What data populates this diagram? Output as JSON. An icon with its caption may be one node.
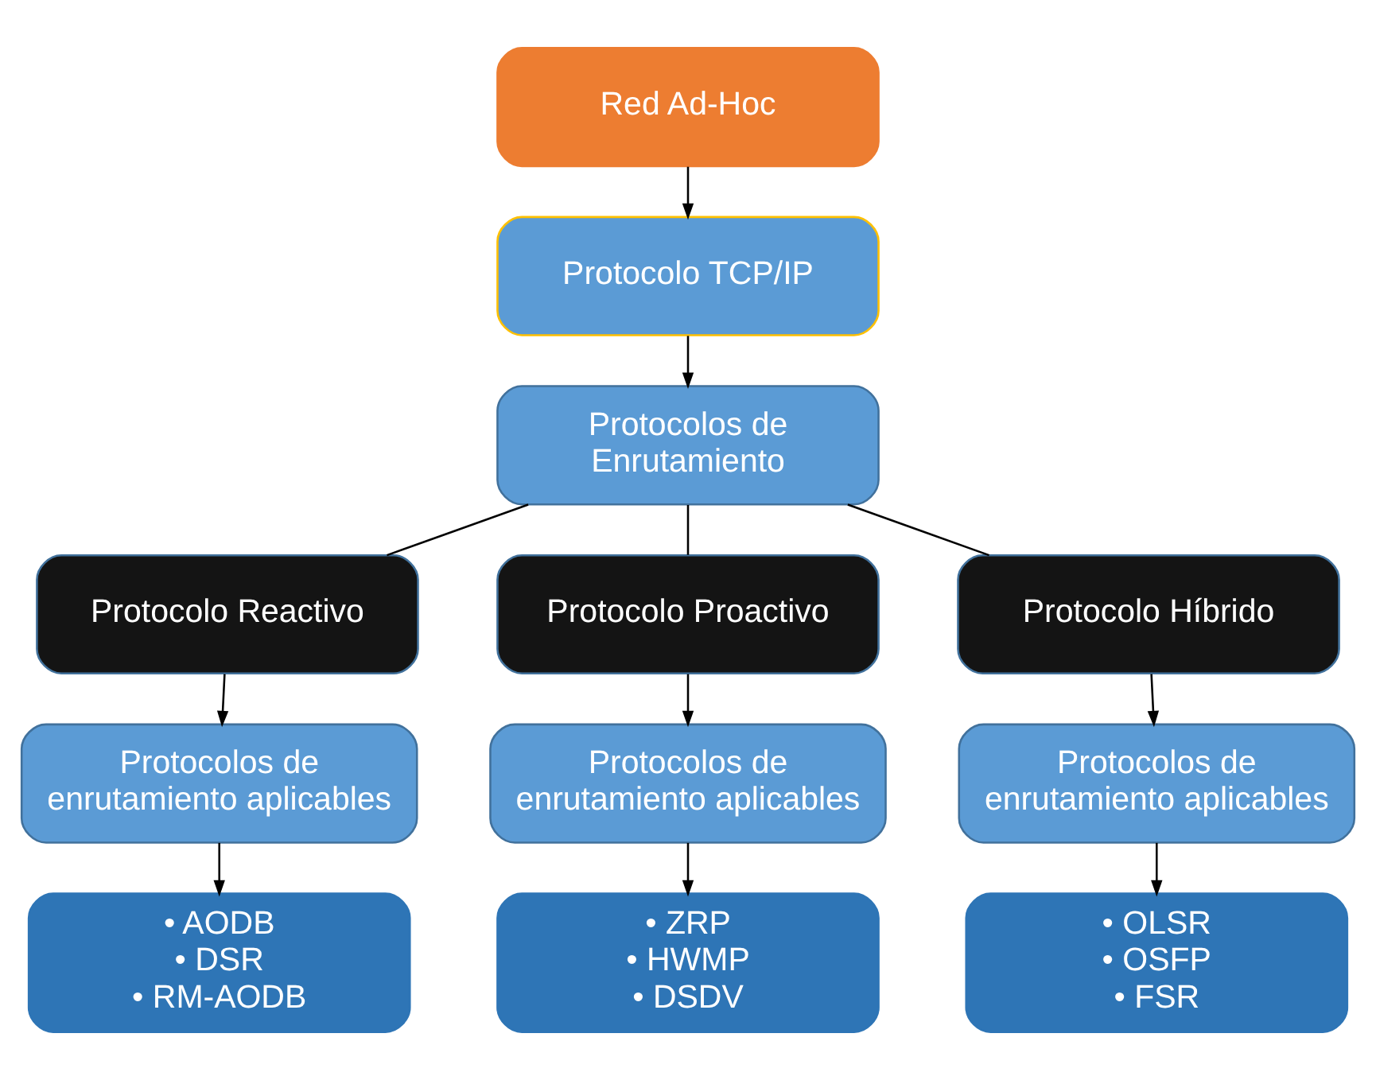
{
  "diagram": {
    "nodes": [
      {
        "text": [
          "Red Ad-Hoc"
        ]
      },
      {
        "text": [
          "Protocolo TCP/IP"
        ]
      },
      {
        "text": [
          "Protocolos de Enrutamiento"
        ]
      },
      {
        "text": [
          "Protocolo Reactivo"
        ]
      },
      {
        "text": [
          "Protocolo Proactivo"
        ]
      },
      {
        "text": [
          "Protocolo Híbrido"
        ]
      },
      {
        "text": [
          "Protocolos de enrutamiento aplicables"
        ]
      },
      {
        "text": [
          "Protocolos de enrutamiento aplicables"
        ]
      },
      {
        "text": [
          "Protocolos de enrutamiento aplicables"
        ]
      },
      {
        "text": [
          "• AODB",
          "• DSR",
          "• RM-AODB"
        ]
      },
      {
        "text": [
          "• ZRP",
          "• HWMP",
          "• DSDV"
        ]
      },
      {
        "text": [
          "• OLSR",
          "• OSFP",
          "• FSR"
        ]
      }
    ],
    "edges": [
      {
        "from": 0,
        "to": 1,
        "arrow": "to"
      },
      {
        "from": 1,
        "to": 2,
        "arrow": "to"
      },
      {
        "from": 2,
        "to": 3,
        "arrow": "none"
      },
      {
        "from": 2,
        "to": 4,
        "arrow": "none"
      },
      {
        "from": 2,
        "to": 5,
        "arrow": "none"
      },
      {
        "from": 3,
        "to": 6,
        "arrow": "to"
      },
      {
        "from": 4,
        "to": 7,
        "arrow": "to"
      },
      {
        "from": 5,
        "to": 8,
        "arrow": "to"
      },
      {
        "from": 6,
        "to": 9,
        "arrow": "to"
      },
      {
        "from": 7,
        "to": 10,
        "arrow": "to"
      },
      {
        "from": 8,
        "to": 11,
        "arrow": "to"
      }
    ]
  }
}
